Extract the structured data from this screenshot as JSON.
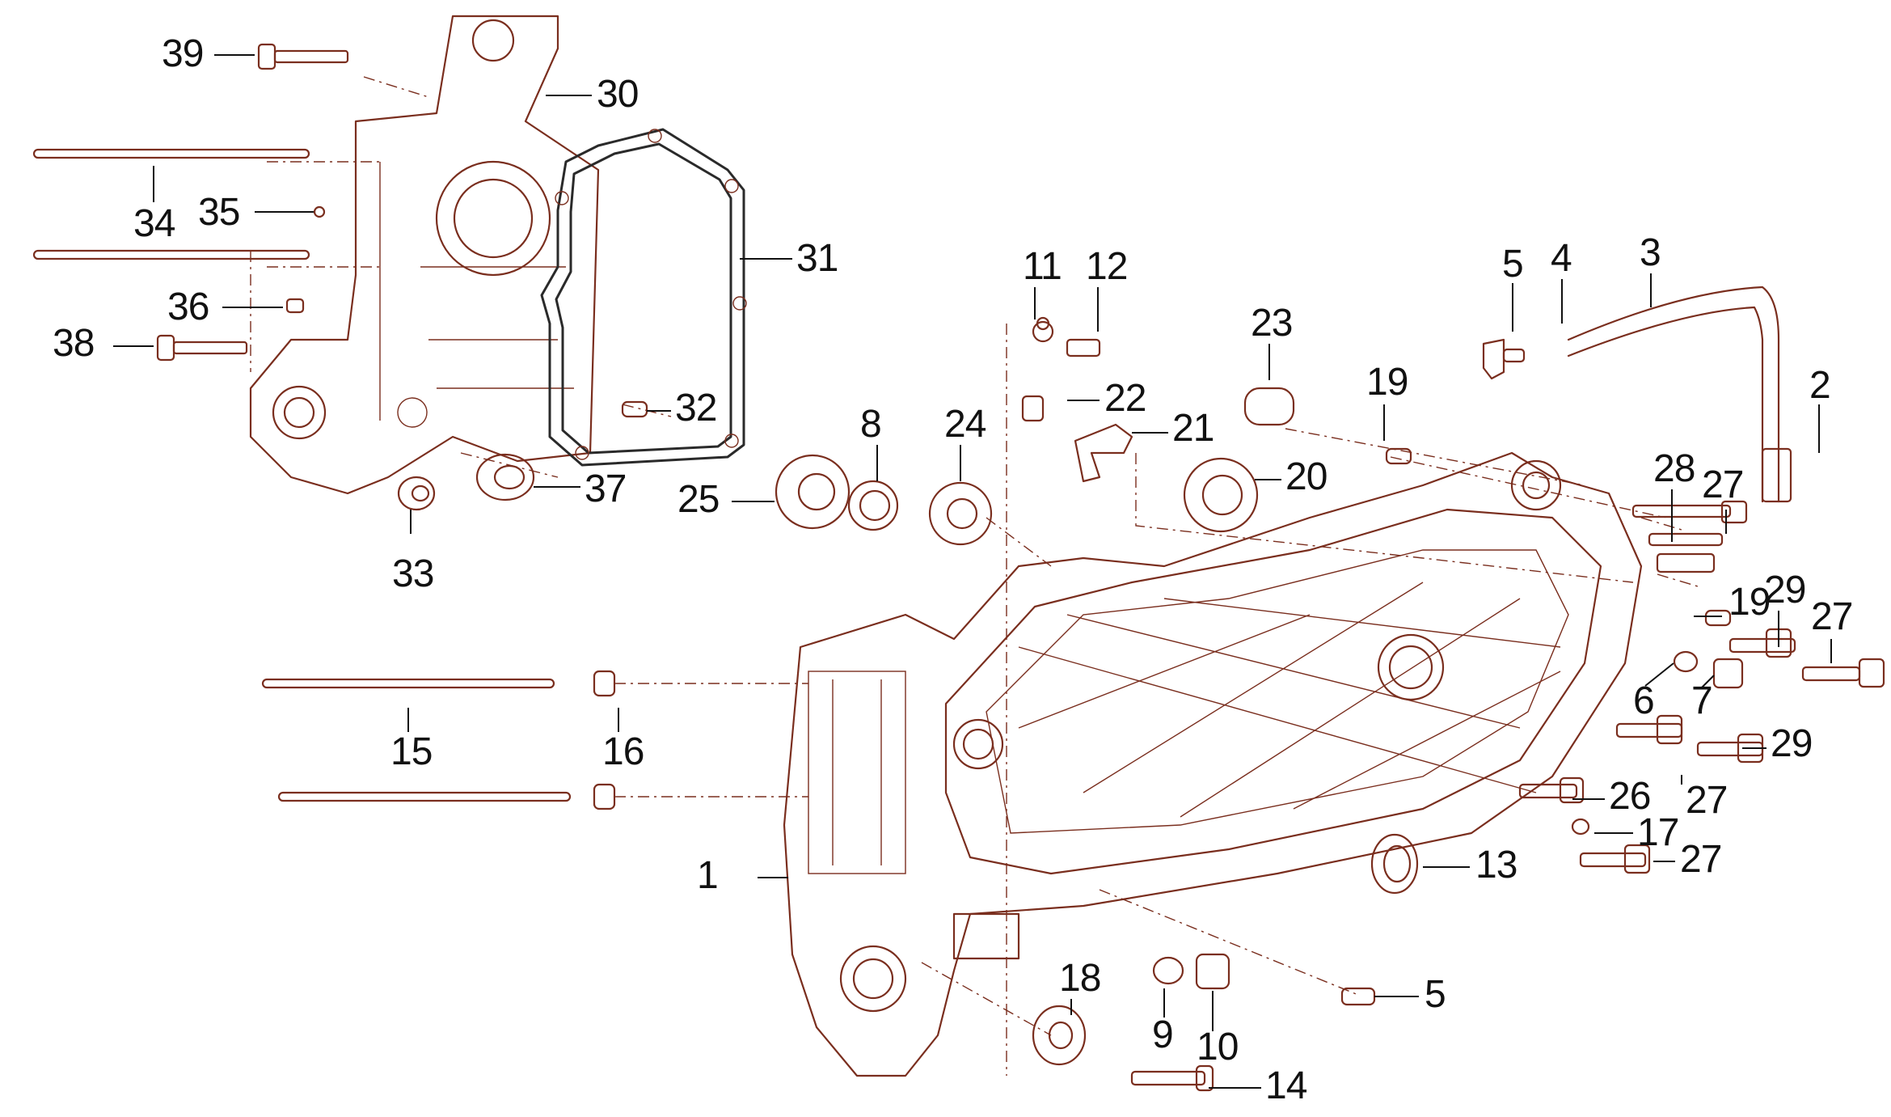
{
  "diagram": {
    "line_color": "#7a2e1e",
    "gasket_color": "#2a2a2a",
    "callouts": [
      {
        "id": "c1",
        "label": "1"
      },
      {
        "id": "c2",
        "label": "2"
      },
      {
        "id": "c3",
        "label": "3"
      },
      {
        "id": "c4",
        "label": "4"
      },
      {
        "id": "c5a",
        "label": "5"
      },
      {
        "id": "c5b",
        "label": "5"
      },
      {
        "id": "c6",
        "label": "6"
      },
      {
        "id": "c7",
        "label": "7"
      },
      {
        "id": "c8",
        "label": "8"
      },
      {
        "id": "c9",
        "label": "9"
      },
      {
        "id": "c10",
        "label": "10"
      },
      {
        "id": "c11",
        "label": "11"
      },
      {
        "id": "c12",
        "label": "12"
      },
      {
        "id": "c13",
        "label": "13"
      },
      {
        "id": "c14",
        "label": "14"
      },
      {
        "id": "c15",
        "label": "15"
      },
      {
        "id": "c16",
        "label": "16"
      },
      {
        "id": "c17",
        "label": "17"
      },
      {
        "id": "c18",
        "label": "18"
      },
      {
        "id": "c19a",
        "label": "19"
      },
      {
        "id": "c19b",
        "label": "19"
      },
      {
        "id": "c20",
        "label": "20"
      },
      {
        "id": "c21",
        "label": "21"
      },
      {
        "id": "c22",
        "label": "22"
      },
      {
        "id": "c23",
        "label": "23"
      },
      {
        "id": "c24",
        "label": "24"
      },
      {
        "id": "c25",
        "label": "25"
      },
      {
        "id": "c26",
        "label": "26"
      },
      {
        "id": "c27a",
        "label": "27"
      },
      {
        "id": "c27b",
        "label": "27"
      },
      {
        "id": "c27c",
        "label": "27"
      },
      {
        "id": "c27d",
        "label": "27"
      },
      {
        "id": "c28",
        "label": "28"
      },
      {
        "id": "c29a",
        "label": "29"
      },
      {
        "id": "c29b",
        "label": "29"
      },
      {
        "id": "c30",
        "label": "30"
      },
      {
        "id": "c31",
        "label": "31"
      },
      {
        "id": "c32",
        "label": "32"
      },
      {
        "id": "c33",
        "label": "33"
      },
      {
        "id": "c34",
        "label": "34"
      },
      {
        "id": "c35",
        "label": "35"
      },
      {
        "id": "c36",
        "label": "36"
      },
      {
        "id": "c37",
        "label": "37"
      },
      {
        "id": "c38",
        "label": "38"
      },
      {
        "id": "c39",
        "label": "39"
      }
    ]
  }
}
